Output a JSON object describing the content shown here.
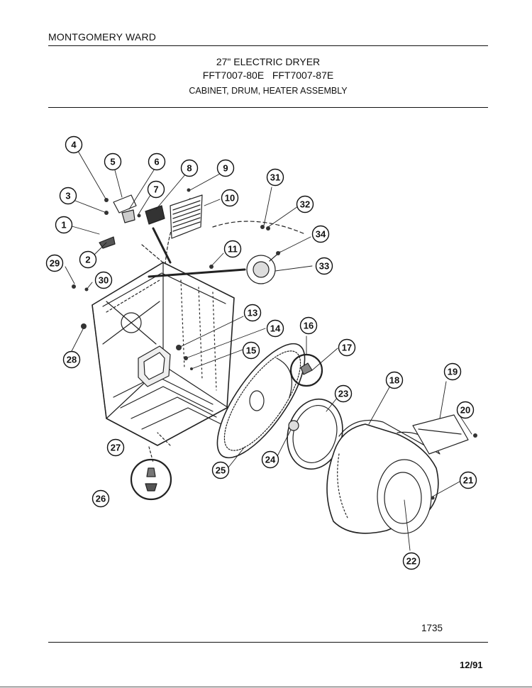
{
  "header": {
    "brand": "MONTGOMERY WARD",
    "title": "27\" ELECTRIC DRYER",
    "models": "FFT7007-80E   FFT7007-87E",
    "subtitle": "CABINET, DRUM, HEATER ASSEMBLY"
  },
  "callouts": [
    "1",
    "2",
    "3",
    "4",
    "5",
    "6",
    "7",
    "8",
    "9",
    "10",
    "11",
    "13",
    "14",
    "15",
    "16",
    "17",
    "18",
    "19",
    "20",
    "21",
    "22",
    "23",
    "24",
    "25",
    "26",
    "27",
    "28",
    "29",
    "30",
    "31",
    "32",
    "33",
    "34"
  ],
  "footer": {
    "diagram_number": "1735",
    "date_code": "12/91"
  }
}
